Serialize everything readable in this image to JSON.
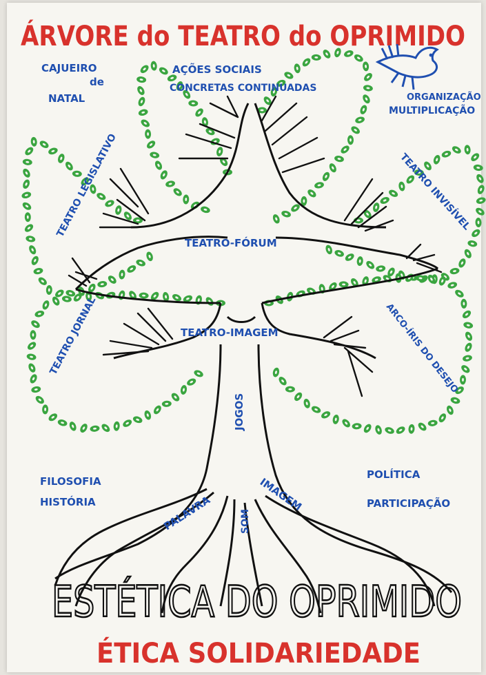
{
  "title": "ÁRVORE do TEATRO do OPRIMIDO",
  "top_labels": {
    "cajueiro": [
      "CAJUEIRO",
      "de",
      "NATAL"
    ],
    "acoes": [
      "AÇÕES SOCIAIS",
      "CONCRETAS CONTINUADAS"
    ],
    "organizacao": [
      "ORGANIZAÇÃO",
      "MULTIPLICAÇÃO"
    ]
  },
  "branches": {
    "legislativo": "TEATRO LEGISLATIVO",
    "invisivel": "TEATRO INVISÍVEL",
    "forum": "TEATRO-FÓRUM",
    "imagem": "TEATRO-IMAGEM",
    "jornal": "TEATRO JORNAL",
    "arco_iris": "ARCO-ÍRIS DO DESEJO",
    "jogos": "JOGOS"
  },
  "ground_labels": {
    "filosofia": [
      "FILOSOFIA",
      "HISTÓRIA"
    ],
    "politica": [
      "POLÍTICA",
      "PARTICIPAÇÃO"
    ]
  },
  "roots": {
    "palavra": "PALAVRA",
    "som": "SOM",
    "imagem": "IMAGEM"
  },
  "base_title": "ESTÉTICA DO OPRIMIDO",
  "footer": "ÉTICA SOLIDARIEDADE",
  "colors": {
    "title_red": "#d8322c",
    "label_blue": "#1f4fb0",
    "leaf_green": "#3aa540",
    "ink_black": "#111111"
  },
  "icons": {
    "bird": "dove-icon"
  }
}
